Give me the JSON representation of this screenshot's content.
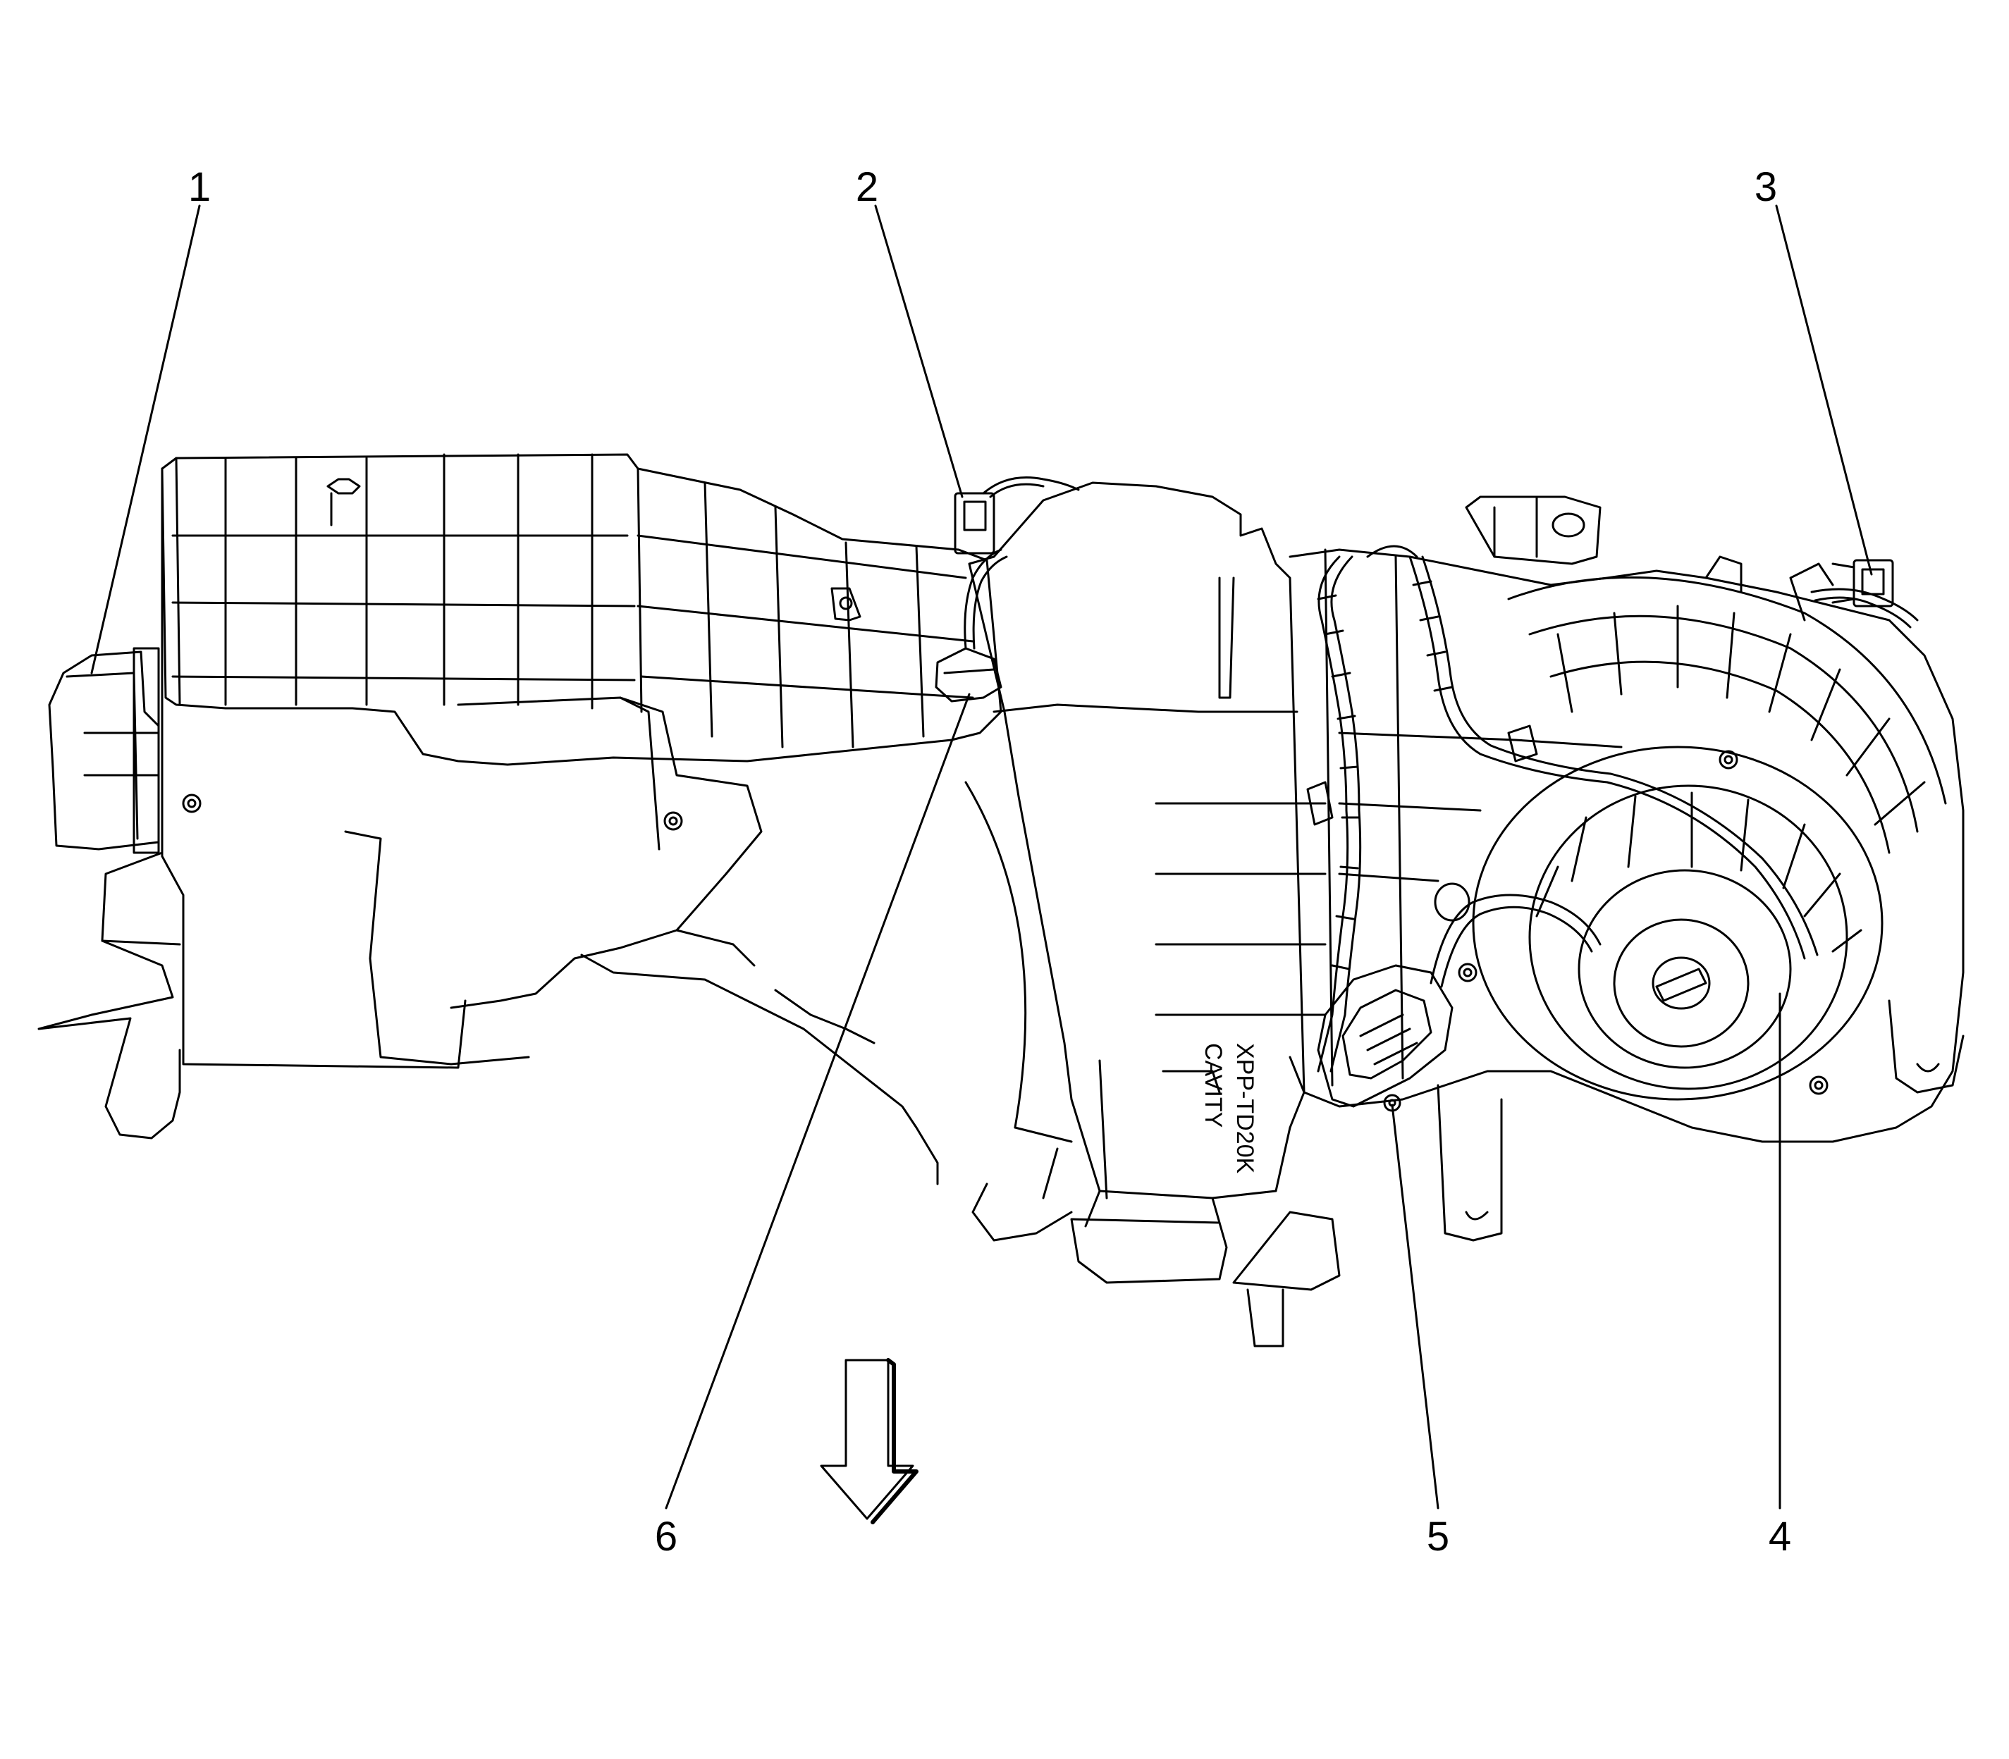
{
  "callouts": [
    {
      "id": "1",
      "label": "1"
    },
    {
      "id": "2",
      "label": "2"
    },
    {
      "id": "3",
      "label": "3"
    },
    {
      "id": "4",
      "label": "4"
    },
    {
      "id": "5",
      "label": "5"
    },
    {
      "id": "6",
      "label": "6"
    }
  ],
  "housing_stamp": {
    "line1": "XPP-TD20K",
    "line2": "CAVITY"
  },
  "colors": {
    "stroke": "#000000",
    "fill": "#ffffff"
  }
}
